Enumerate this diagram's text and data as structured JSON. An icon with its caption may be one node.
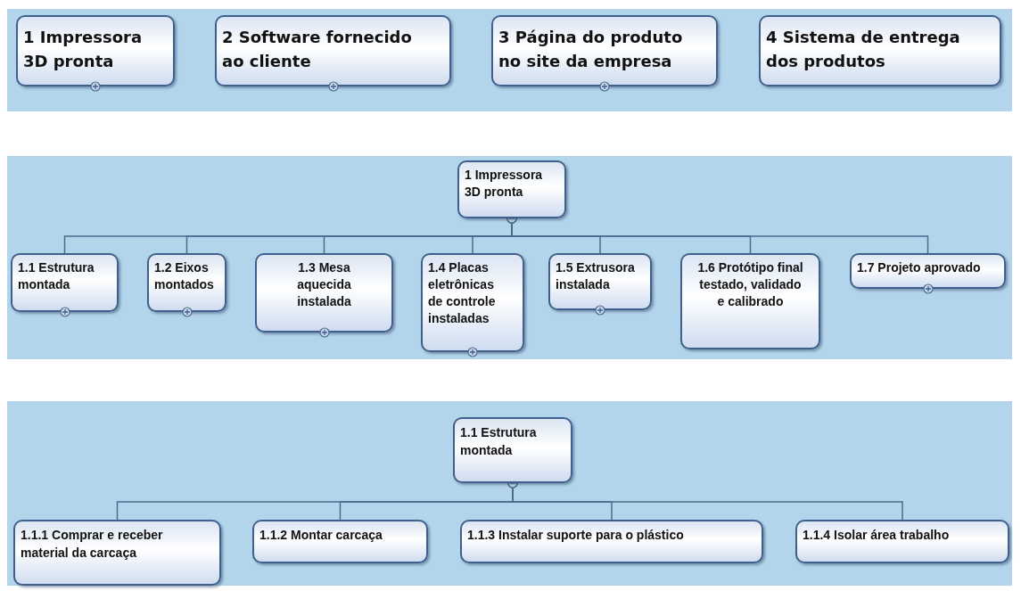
{
  "diagram": {
    "nodes": [
      {
        "text": [
          "1 Impressora 3D pronta"
        ]
      },
      {
        "text": [
          "2 Software fornecido ao cliente"
        ]
      },
      {
        "text": [
          "3 Página do produto no site da empresa"
        ]
      },
      {
        "text": [
          "4 Sistema de entrega dos produtos"
        ]
      },
      {
        "text": [
          "1 Impressora 3D pronta"
        ]
      },
      {
        "text": [
          "1.1 Estrutura montada"
        ]
      },
      {
        "text": [
          "1.2 Eixos montados"
        ]
      },
      {
        "text": [
          "1.3 Mesa aquecida instalada"
        ]
      },
      {
        "text": [
          "1.4 Placas eletrônicas de controle instaladas"
        ]
      },
      {
        "text": [
          "1.5 Extrusora instalada"
        ]
      },
      {
        "text": [
          "1.6 Protótipo final testado, validado e calibrado"
        ]
      },
      {
        "text": [
          "1.7 Projeto aprovado"
        ]
      },
      {
        "text": [
          "1.1 Estrutura montada"
        ]
      },
      {
        "text": [
          "1.1.1 Comprar e receber material da carcaça"
        ]
      },
      {
        "text": [
          "1.1.2 Montar carcaça"
        ]
      },
      {
        "text": [
          "1.1.3 Instalar suporte para o plástico"
        ]
      },
      {
        "text": [
          "1.1.4 Isolar área trabalho"
        ]
      }
    ],
    "edges": [
      {
        "from": 4,
        "to": 5,
        "arrow": "other"
      },
      {
        "from": 4,
        "to": 6,
        "arrow": "other"
      },
      {
        "from": 4,
        "to": 7,
        "arrow": "other"
      },
      {
        "from": 4,
        "to": 8,
        "arrow": "other"
      },
      {
        "from": 4,
        "to": 9,
        "arrow": "other"
      },
      {
        "from": 4,
        "to": 10,
        "arrow": "other"
      },
      {
        "from": 4,
        "to": 11,
        "arrow": "other"
      },
      {
        "from": 12,
        "to": 13,
        "arrow": "other"
      },
      {
        "from": 12,
        "to": 14,
        "arrow": "other"
      },
      {
        "from": 12,
        "to": 15,
        "arrow": "other"
      },
      {
        "from": 12,
        "to": 16,
        "arrow": "other"
      }
    ]
  }
}
